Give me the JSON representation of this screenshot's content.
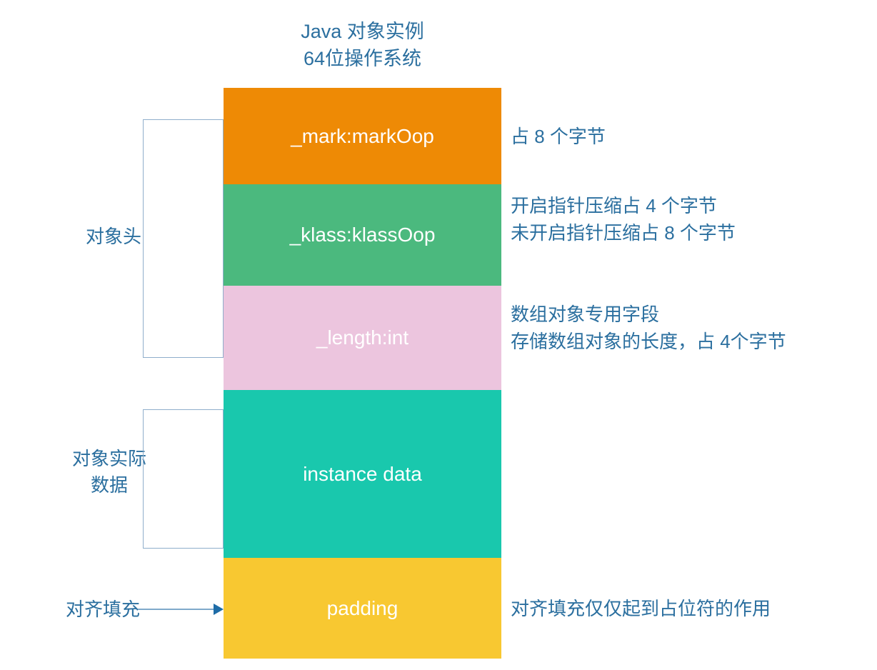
{
  "title": {
    "line1": "Java 对象实例",
    "line2": "64位操作系统"
  },
  "blocks": [
    {
      "name": "mark",
      "label": "_mark:markOop",
      "color": "#EE8A05",
      "annotation_lines": [
        "占 8 个字节"
      ]
    },
    {
      "name": "klass",
      "label": "_klass:klassOop",
      "color": "#4BB97E",
      "annotation_lines": [
        "开启指针压缩占 4 个字节",
        "未开启指针压缩占 8 个字节"
      ]
    },
    {
      "name": "length",
      "label": "_length:int",
      "color": "#ECC5DE",
      "annotation_lines": [
        "数组对象专用字段",
        "存储数组对象的长度，占 4个字节"
      ]
    },
    {
      "name": "instance_data",
      "label": "instance data",
      "color": "#19C8AD",
      "annotation_lines": []
    },
    {
      "name": "padding",
      "label": "padding",
      "color": "#F8C831",
      "annotation_lines": [
        "对齐填充仅仅起到占位符的作用"
      ]
    }
  ],
  "side_labels": {
    "object_header": "对象头",
    "instance_data_line1": "对象实际",
    "instance_data_line2": "数据",
    "padding": "对齐填充"
  },
  "colors": {
    "text_blue": "#2B6F9F",
    "bracket_blue": "#8FAECB",
    "arrow_line": "#7FA9CB",
    "arrow_head": "#1E6CA7",
    "block_text": "#FFFFFF",
    "background": "#FFFFFF"
  }
}
